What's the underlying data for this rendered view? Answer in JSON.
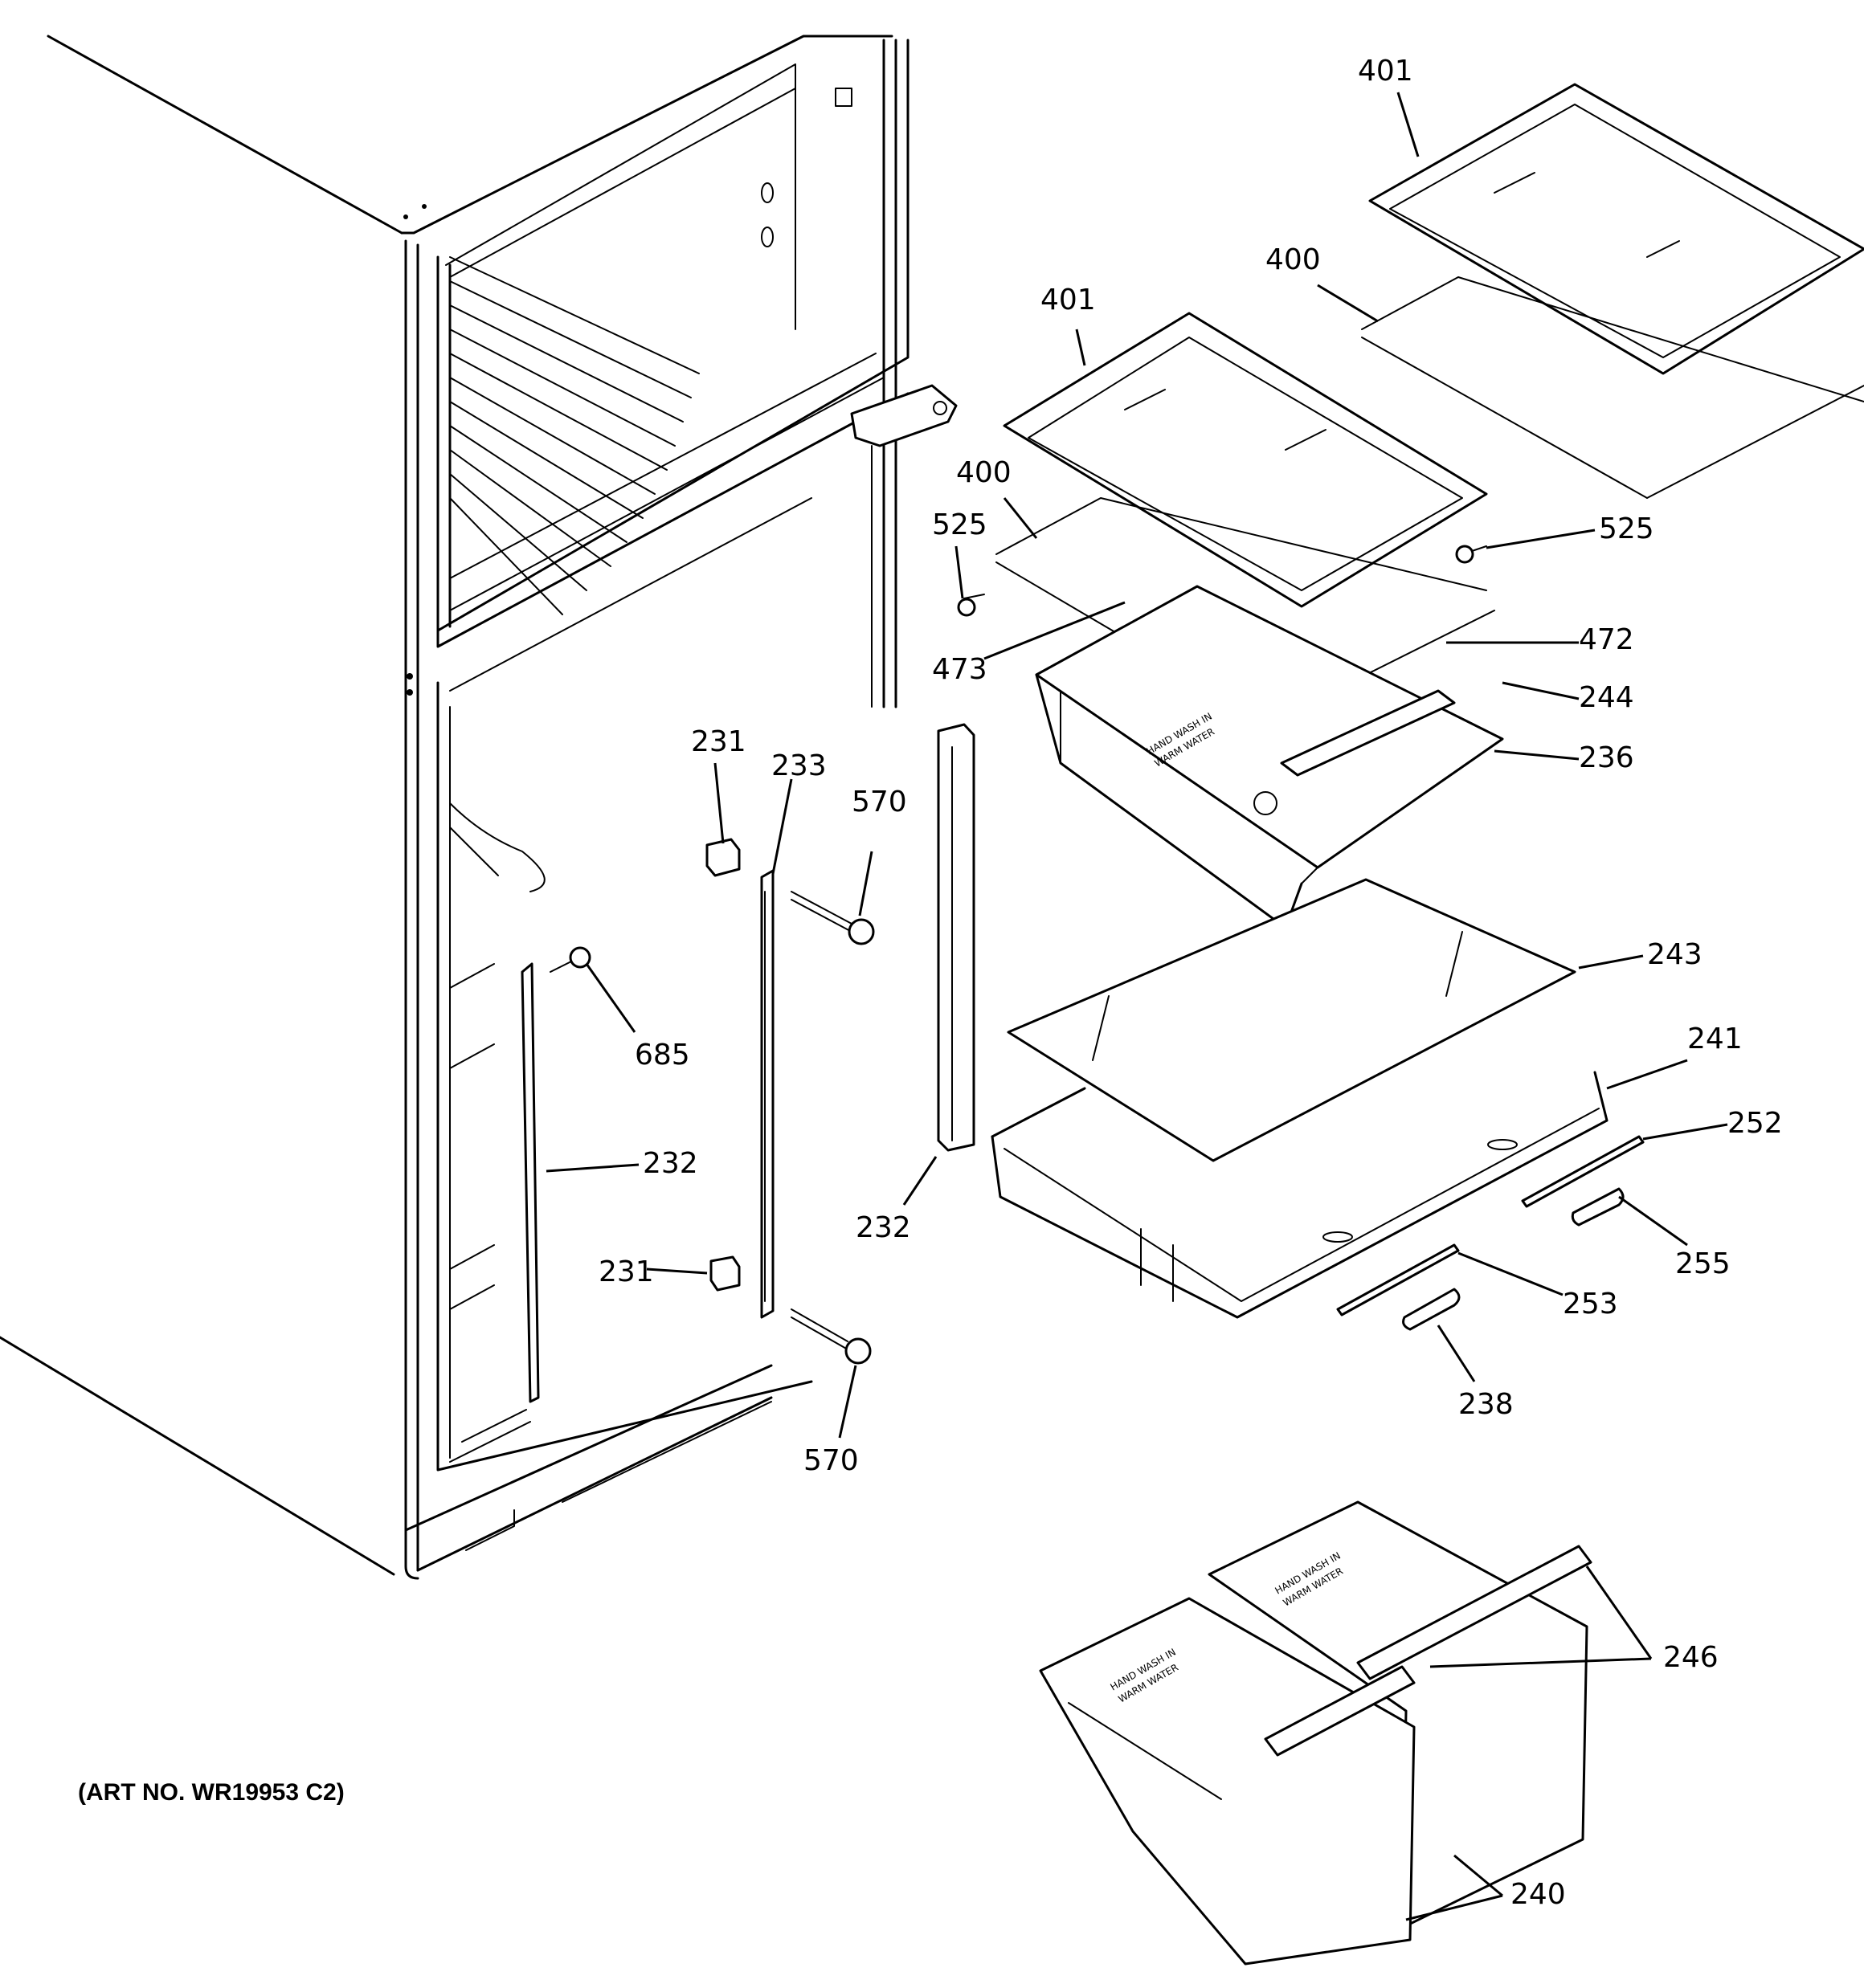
{
  "caption": "(ART NO. WR19953  C2)",
  "callouts": [
    "401",
    "400",
    "401",
    "400",
    "525",
    "525",
    "472",
    "473",
    "244",
    "236",
    "243",
    "241",
    "252",
    "255",
    "253",
    "238",
    "231",
    "233",
    "570",
    "685",
    "232",
    "232",
    "231",
    "570",
    "246",
    "240"
  ],
  "crisper_imprint": [
    "HAND WASH IN",
    "WARM WATER"
  ]
}
